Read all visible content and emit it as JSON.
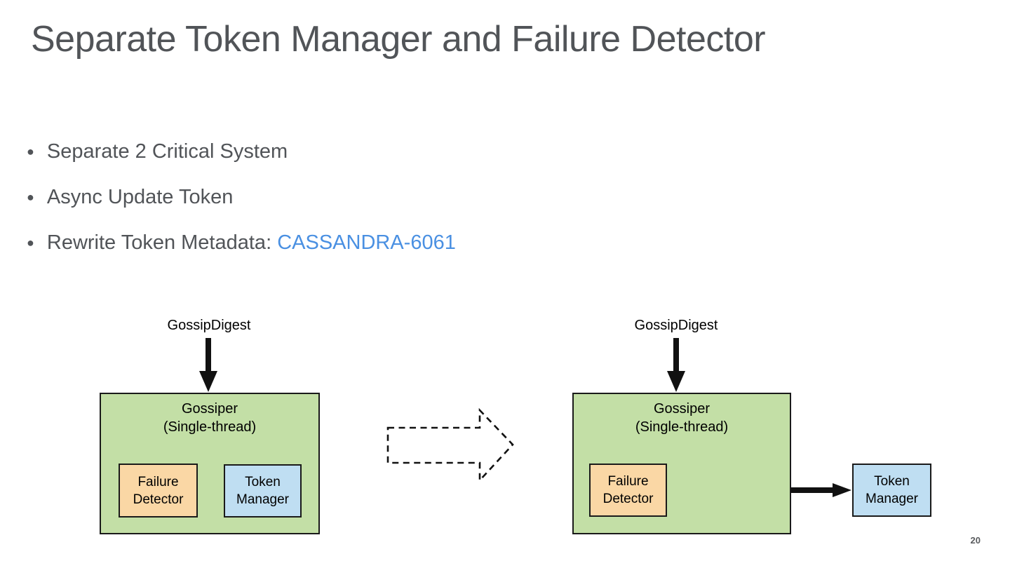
{
  "slide": {
    "title": "Separate Token Manager and Failure Detector",
    "page_number": "20"
  },
  "bullets": [
    {
      "text": "Separate 2 Critical System"
    },
    {
      "text": "Async Update Token"
    },
    {
      "text": "Rewrite Token Metadata: ",
      "link_text": "CASSANDRA-6061"
    }
  ],
  "diagram": {
    "before": {
      "input_label": "GossipDigest",
      "container_title_line1": "Gossiper",
      "container_title_line2": "(Single-thread)",
      "failure_detector_line1": "Failure",
      "failure_detector_line2": "Detector",
      "token_manager_line1": "Token",
      "token_manager_line2": "Manager"
    },
    "after": {
      "input_label": "GossipDigest",
      "container_title_line1": "Gossiper",
      "container_title_line2": "(Single-thread)",
      "failure_detector_line1": "Failure",
      "failure_detector_line2": "Detector",
      "token_manager_line1": "Token",
      "token_manager_line2": "Manager"
    }
  },
  "colors": {
    "title_text": "#515458",
    "body_text": "#515458",
    "link": "#4a90e2",
    "gossiper_fill": "#c3dfa6",
    "failure_detector_fill": "#fad7a5",
    "token_manager_fill": "#bfdef2",
    "diagram_border": "#1a1a1a",
    "arrow": "#111111"
  }
}
